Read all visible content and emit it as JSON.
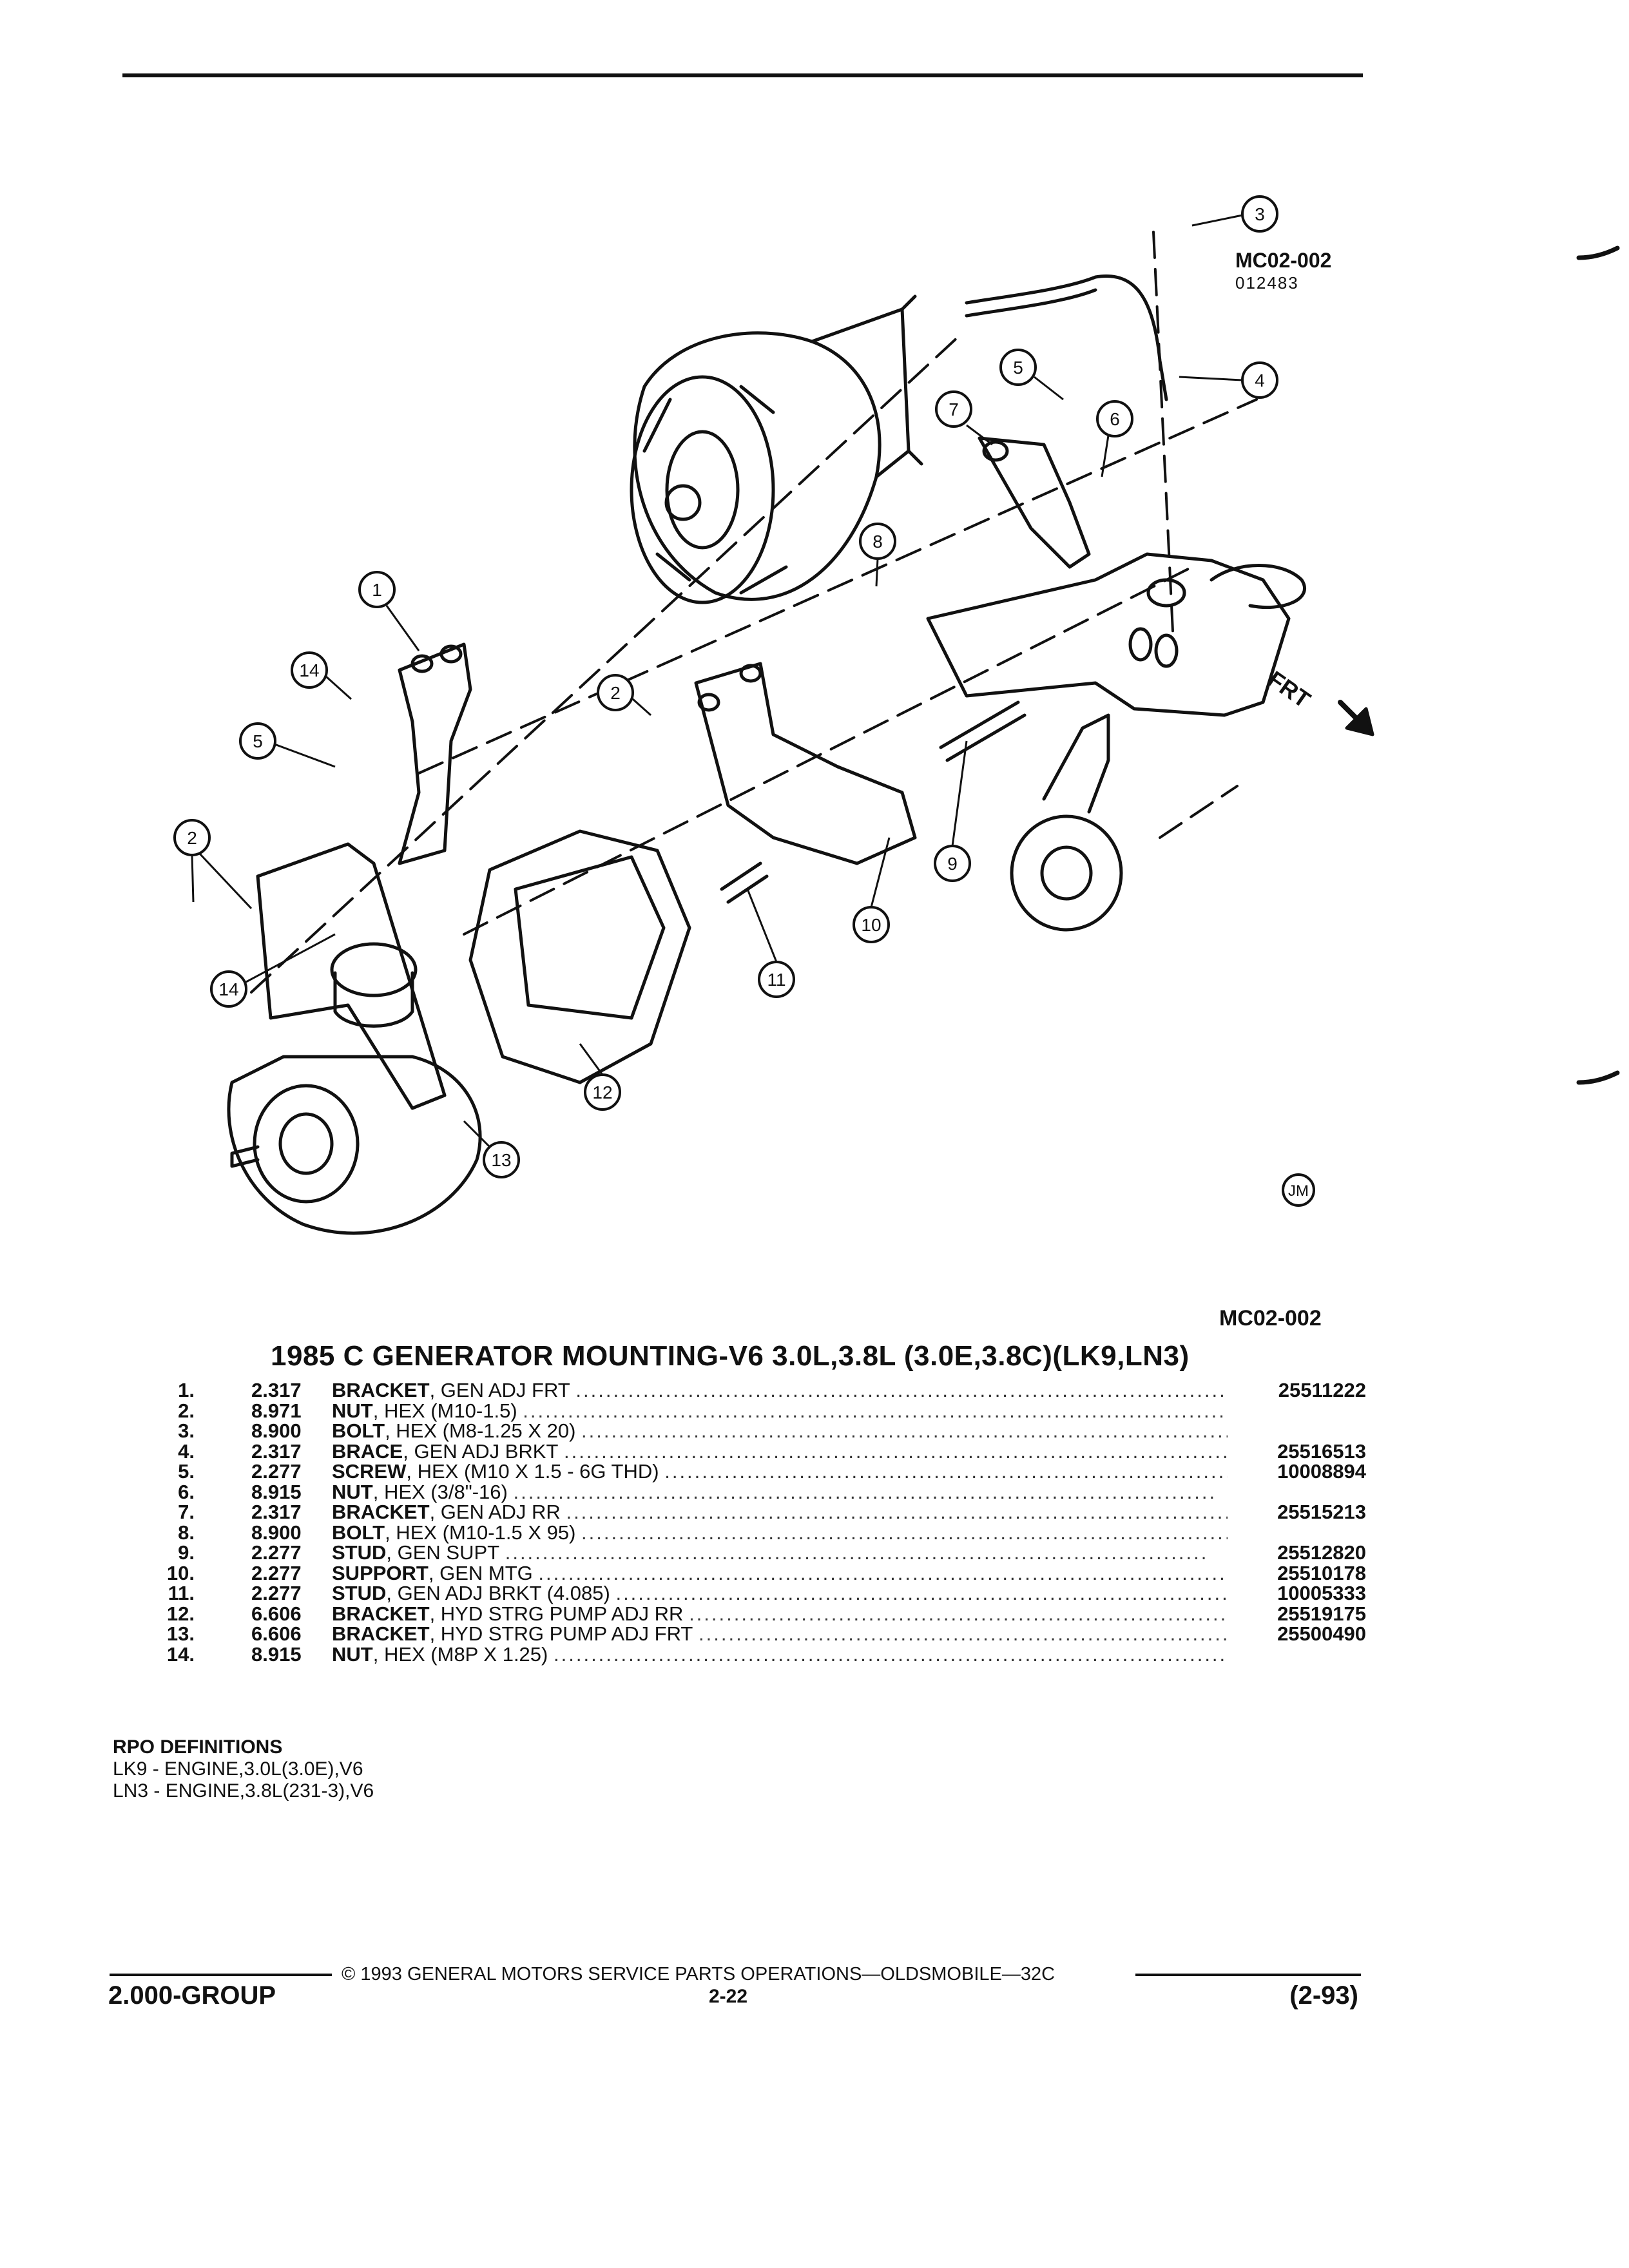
{
  "diagram": {
    "code": "MC02-002",
    "code_sub": "012483",
    "front_label": "FRT",
    "artist_mark": "JM",
    "callouts": [
      "1",
      "2",
      "2",
      "3",
      "4",
      "5",
      "5",
      "6",
      "7",
      "8",
      "9",
      "10",
      "11",
      "12",
      "13",
      "14",
      "14"
    ]
  },
  "figure_code": "MC02-002",
  "title": "1985 C GENERATOR MOUNTING-V6 3.0L,3.8L (3.0E,3.8C)(LK9,LN3)",
  "parts": [
    {
      "num": "1.",
      "group": "2.317",
      "name": "BRACKET",
      "desc": ", GEN ADJ FRT",
      "part": "25511222"
    },
    {
      "num": "2.",
      "group": "8.971",
      "name": "NUT",
      "desc": ", HEX (M10-1.5)",
      "part": ""
    },
    {
      "num": "3.",
      "group": "8.900",
      "name": "BOLT",
      "desc": ", HEX (M8-1.25 X 20)",
      "part": ""
    },
    {
      "num": "4.",
      "group": "2.317",
      "name": "BRACE",
      "desc": ", GEN ADJ BRKT",
      "part": "25516513"
    },
    {
      "num": "5.",
      "group": "2.277",
      "name": "SCREW",
      "desc": ", HEX (M10 X 1.5 - 6G THD)",
      "part": "10008894"
    },
    {
      "num": "6.",
      "group": "8.915",
      "name": "NUT",
      "desc": ", HEX (3/8\"-16)",
      "part": ""
    },
    {
      "num": "7.",
      "group": "2.317",
      "name": "BRACKET",
      "desc": ", GEN ADJ RR",
      "part": "25515213"
    },
    {
      "num": "8.",
      "group": "8.900",
      "name": "BOLT",
      "desc": ", HEX (M10-1.5 X 95)",
      "part": ""
    },
    {
      "num": "9.",
      "group": "2.277",
      "name": "STUD",
      "desc": ", GEN SUPT",
      "part": "25512820"
    },
    {
      "num": "10.",
      "group": "2.277",
      "name": "SUPPORT",
      "desc": ", GEN MTG",
      "part": "25510178"
    },
    {
      "num": "11.",
      "group": "2.277",
      "name": "STUD",
      "desc": ", GEN ADJ BRKT (4.085)",
      "part": "10005333"
    },
    {
      "num": "12.",
      "group": "6.606",
      "name": "BRACKET",
      "desc": ", HYD STRG PUMP ADJ RR",
      "part": "25519175"
    },
    {
      "num": "13.",
      "group": "6.606",
      "name": "BRACKET",
      "desc": ", HYD STRG PUMP ADJ FRT",
      "part": "25500490"
    },
    {
      "num": "14.",
      "group": "8.915",
      "name": "NUT",
      "desc": ", HEX (M8P X 1.25)",
      "part": ""
    }
  ],
  "rpo": {
    "heading": "RPO DEFINITIONS",
    "lines": [
      "LK9 - ENGINE,3.0L(3.0E),V6",
      "LN3 - ENGINE,3.8L(231-3),V6"
    ]
  },
  "footer": {
    "copyright": "© 1993 GENERAL MOTORS SERVICE PARTS OPERATIONS—OLDSMOBILE—32C",
    "page": "2-22",
    "group": "2.000-GROUP",
    "revision": "(2-93)"
  }
}
